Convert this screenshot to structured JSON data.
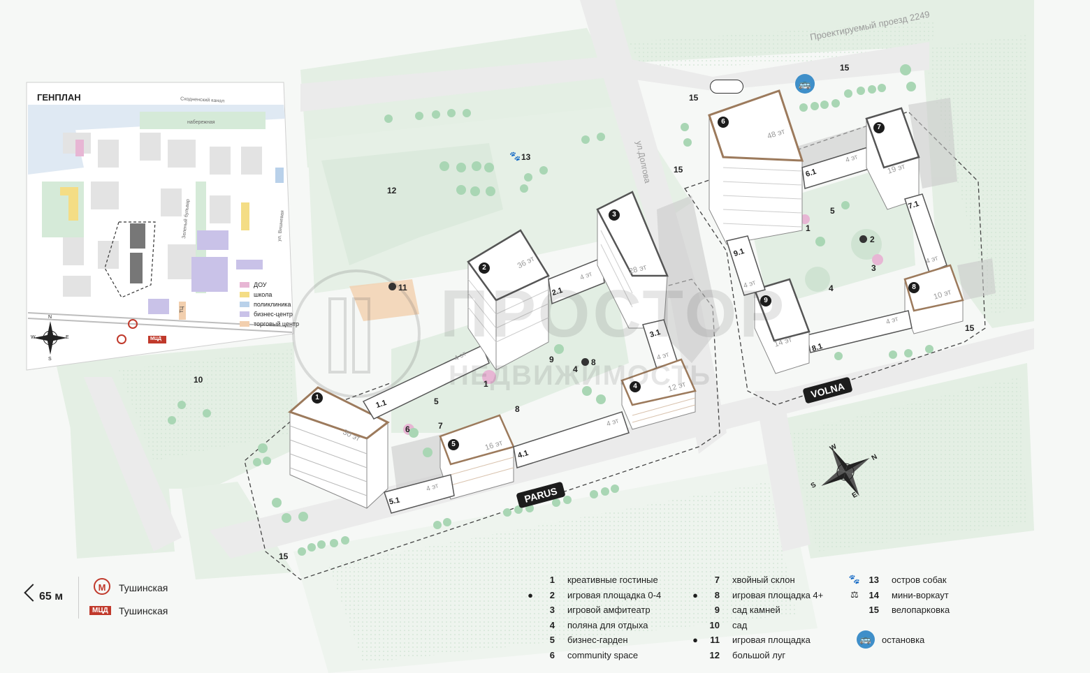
{
  "inset": {
    "title": "ГЕНПЛАН",
    "labels": {
      "canal": "Сходненский канал",
      "embankment": "набережная",
      "boulevard": "Зеленый бульвар",
      "street": "ул. Вишневая",
      "tc": "ТЦ",
      "mcd": "МЦД",
      "compass_n": "N",
      "compass_s": "S",
      "compass_w": "W",
      "compass_e": "E"
    },
    "legend": [
      {
        "label": "ДОУ",
        "color": "#e7b6d4"
      },
      {
        "label": "школа",
        "color": "#f4dd85"
      },
      {
        "label": "поликлиника",
        "color": "#b9d1ea"
      },
      {
        "label": "бизнес-центр",
        "color": "#c9c2e8"
      },
      {
        "label": "торговый центр",
        "color": "#f2cfae"
      }
    ]
  },
  "map": {
    "street_top": "Проектируемый проезд 2249",
    "street_side": "ул.Долгова",
    "complex_left": "PARUS",
    "complex_right": "VOLNA",
    "watermark_main": "ПРОСТОР",
    "watermark_sub": "НЕДВИЖИМОСТЬ",
    "buildings": [
      {
        "id": "1",
        "floors": "30 эт"
      },
      {
        "id": "2",
        "floors": "36 эт"
      },
      {
        "id": "3",
        "floors": "28 эт"
      },
      {
        "id": "4",
        "floors": "12 эт"
      },
      {
        "id": "5",
        "floors": "16 эт"
      },
      {
        "id": "6",
        "floors": "48 эт"
      },
      {
        "id": "7",
        "floors": "19 эт"
      },
      {
        "id": "8",
        "floors": "10 эт"
      },
      {
        "id": "9",
        "floors": "14 эт"
      }
    ],
    "sections": [
      "1.1",
      "2.1",
      "3.1",
      "4.1",
      "5.1",
      "6.1",
      "7.1",
      "8.1",
      "9.1"
    ],
    "low_floor": "4 эт",
    "compass": {
      "n": "N",
      "s": "S",
      "w": "W",
      "e": "E"
    }
  },
  "metro": {
    "distance": "65 м",
    "metro_station": "Тушинская",
    "mcd_station": "Тушинская",
    "mcd_badge": "МЦД",
    "metro_letter": "М"
  },
  "legend": {
    "items": [
      {
        "num": "1",
        "label": "креативные гостиные",
        "icon": ""
      },
      {
        "num": "2",
        "label": "игровая площадка 0-4",
        "icon": "ball-icon"
      },
      {
        "num": "3",
        "label": "игровой амфитеатр",
        "icon": ""
      },
      {
        "num": "4",
        "label": "поляна для отдыха",
        "icon": ""
      },
      {
        "num": "5",
        "label": "бизнес-гарден",
        "icon": ""
      },
      {
        "num": "6",
        "label": "community space",
        "icon": ""
      },
      {
        "num": "7",
        "label": "хвойный склон",
        "icon": ""
      },
      {
        "num": "8",
        "label": "игровая площадка 4+",
        "icon": "ball-icon"
      },
      {
        "num": "9",
        "label": "сад камней",
        "icon": ""
      },
      {
        "num": "10",
        "label": "сад",
        "icon": ""
      },
      {
        "num": "11",
        "label": "игровая площадка",
        "icon": "ball-icon"
      },
      {
        "num": "12",
        "label": "большой луг",
        "icon": ""
      },
      {
        "num": "13",
        "label": "остров собак",
        "icon": "paw-icon"
      },
      {
        "num": "14",
        "label": "мини-воркаут",
        "icon": "dumbbell-icon"
      },
      {
        "num": "15",
        "label": "велопарковка",
        "icon": ""
      }
    ],
    "bus_stop": "остановка"
  },
  "colors": {
    "green": "#e4efe4",
    "green_dark": "#cfe3d2",
    "tree": "#9ccfa8",
    "road": "#eeeeee",
    "building_edge": "#9c7a5c",
    "ball": "#333333",
    "bus": "#3f8fc9"
  }
}
